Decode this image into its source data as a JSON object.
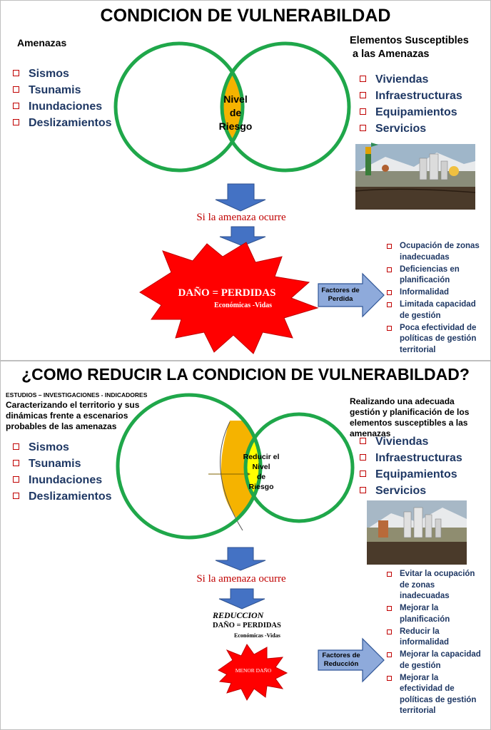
{
  "top": {
    "title": "CONDICION DE VULNERABILDAD",
    "threats_heading": "Amenazas",
    "threats": [
      "Sismos",
      "Tsunamis",
      "Inundaciones",
      "Deslizamientos"
    ],
    "elements_heading_line1": "Elementos Susceptibles",
    "elements_heading_line2": "a las Amenazas",
    "elements": [
      "Viviendas",
      "Infraestructuras",
      "Equipamientos",
      "Servicios"
    ],
    "risk_label": [
      "Nivel",
      "de",
      "Riesgo"
    ],
    "if_occurs": "Si la amenaza ocurre",
    "damage_main": "DAÑO = PERDIDAS",
    "damage_sub": "Económicas -Vidas",
    "factors_arrow_label": [
      "Factores de",
      "Perdida"
    ],
    "factors": [
      "Ocupación de zonas inadecuadas",
      "Deficiencias en planificación",
      "Informalidad",
      "Limitada capacidad de gestión",
      "Poca efectividad de políticas de gestión territorial"
    ]
  },
  "bottom": {
    "title": "¿COMO REDUCIR LA CONDICION DE VULNERABILDAD?",
    "studies_heading": "ESTUDIOS – INVESTIGACIONES - INDICADORES",
    "studies_text": "Caracterizando el territorio y sus dinámicas frente a escenarios probables de las amenazas",
    "threats": [
      "Sismos",
      "Tsunamis",
      "Inundaciones",
      "Deslizamientos"
    ],
    "management_text": "Realizando una adecuada gestión y planificación de los elementos susceptibles a las amenazas",
    "elements": [
      "Viviendas",
      "Infraestructuras",
      "Equipamientos",
      "Servicios"
    ],
    "risk_label": [
      "Reducir el",
      "Nivel",
      "de",
      "Riesgo"
    ],
    "if_occurs": "Si la amenaza ocurre",
    "reduction_title": "REDUCCION",
    "reduction_main": "DAÑO = PERDIDAS",
    "reduction_sub": "Económicas -Vidas",
    "less_damage": "MENOR DAÑO",
    "factors_arrow_label": [
      "Factores de",
      "Reducción"
    ],
    "factors": [
      "Evitar la ocupación de zonas inadecuadas",
      "Mejorar la planificación",
      "Reducir la informalidad",
      "Mejorar la capacidad de gestión",
      "Mejorar la efectividad de políticas de gestión territorial"
    ]
  },
  "colors": {
    "circle_green": "#1fa74a",
    "risk_orange": "#f5b300",
    "risk_yellow": "#ffff00",
    "arrow_blue": "#4472c4",
    "star_red": "#ff0000",
    "bullet_red": "#c00000",
    "text_navy": "#1f3864",
    "callout_blue": "#8eaadb"
  }
}
